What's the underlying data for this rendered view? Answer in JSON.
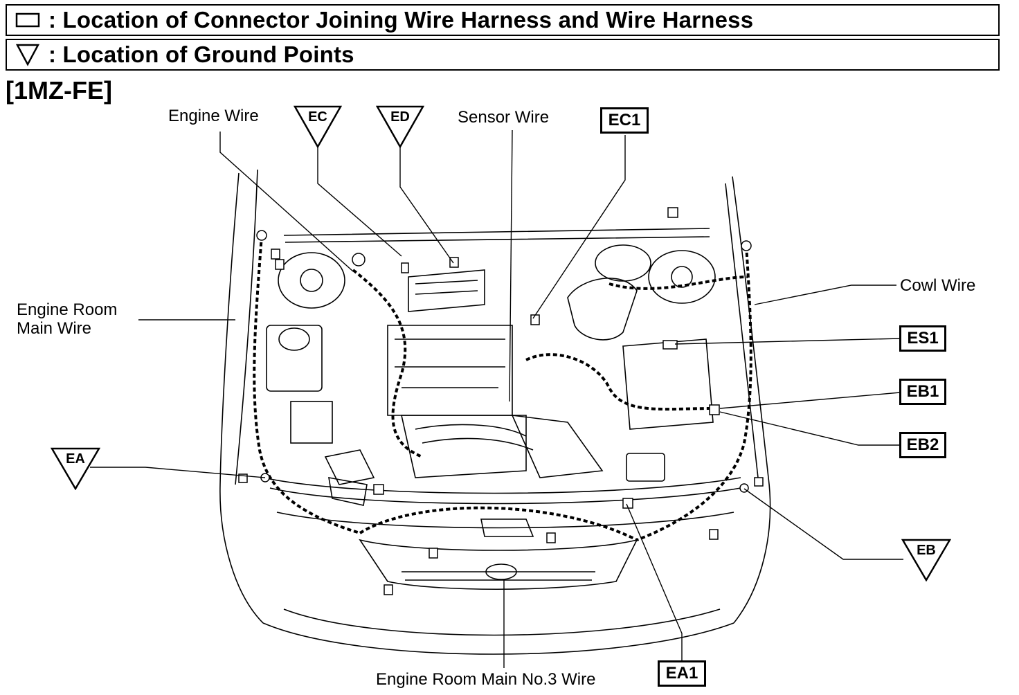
{
  "legend": {
    "connector_text": ": Location of Connector Joining Wire Harness and Wire Harness",
    "ground_text": ": Location of Ground Points",
    "connector_symbol": "rectangle-icon",
    "ground_symbol": "triangle-down-icon"
  },
  "engine_code": "[1MZ-FE]",
  "wire_labels": {
    "engine_wire": "Engine Wire",
    "sensor_wire": "Sensor Wire",
    "cowl_wire": "Cowl Wire",
    "engine_room_main_line1": "Engine Room",
    "engine_room_main_line2": "Main Wire",
    "engine_room_main_no3": "Engine Room Main No.3 Wire"
  },
  "connector_labels": {
    "ec1": "EC1",
    "es1": "ES1",
    "eb1": "EB1",
    "eb2": "EB2",
    "ea1": "EA1"
  },
  "ground_labels": {
    "ec": "EC",
    "ed": "ED",
    "ea": "EA",
    "eb": "EB"
  }
}
